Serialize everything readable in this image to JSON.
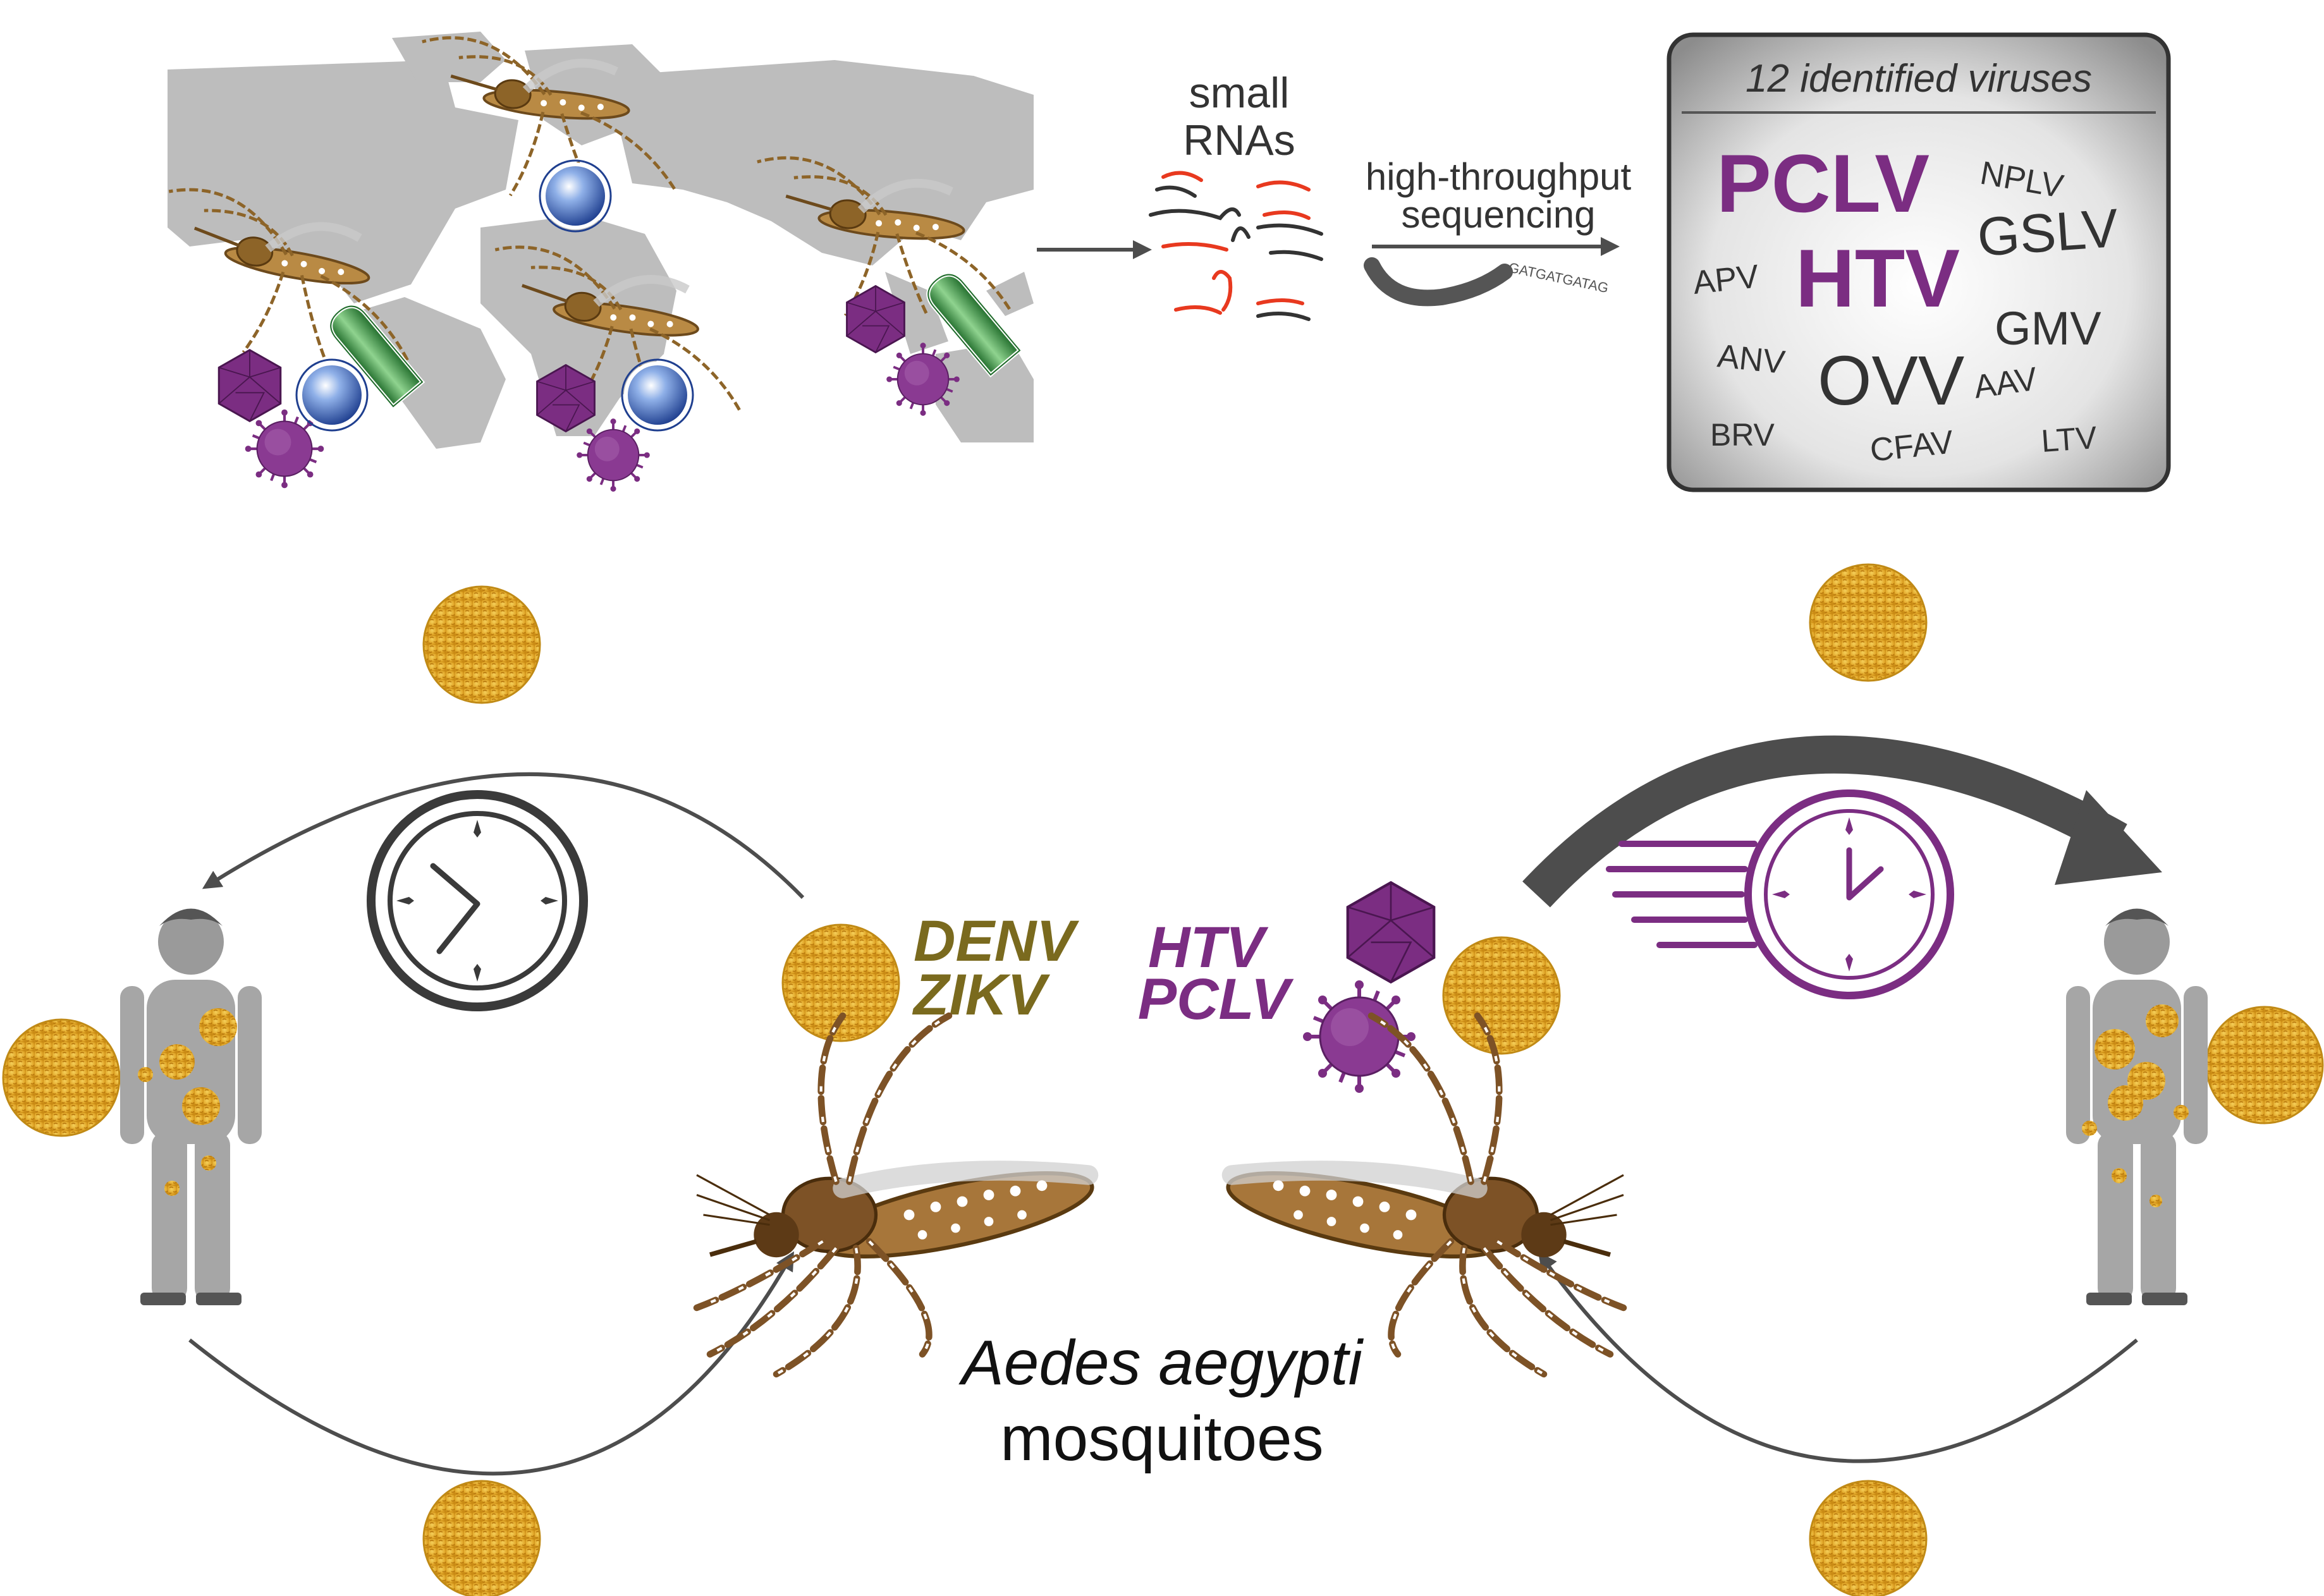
{
  "labels": {
    "small_rnas_line1": "small",
    "small_rnas_line2": "RNAs",
    "hts_line1": "high-throughput",
    "hts_line2": "sequencing",
    "seq_text": "GATGATGATAG",
    "denv": "DENV",
    "zikv": "ZIKV",
    "htv": "HTV",
    "pclv": "PCLV",
    "species_line1": "Aedes aegypti",
    "species_line2": "mosquitoes"
  },
  "virus_panel": {
    "title": "12 identified viruses",
    "viruses": [
      {
        "name": "PCLV",
        "size": "xl",
        "color": "#7b2d82"
      },
      {
        "name": "NPLV",
        "size": "s",
        "color": "#333333"
      },
      {
        "name": "GSLV",
        "size": "l",
        "color": "#333333"
      },
      {
        "name": "APV",
        "size": "s",
        "color": "#333333"
      },
      {
        "name": "HTV",
        "size": "xl",
        "color": "#7b2d82"
      },
      {
        "name": "GMV",
        "size": "m",
        "color": "#333333"
      },
      {
        "name": "ANV",
        "size": "s",
        "color": "#333333"
      },
      {
        "name": "OVV",
        "size": "l",
        "color": "#333333"
      },
      {
        "name": "AAV",
        "size": "s",
        "color": "#333333"
      },
      {
        "name": "BRV",
        "size": "s",
        "color": "#333333"
      },
      {
        "name": "CFAV",
        "size": "s",
        "color": "#333333"
      },
      {
        "name": "LTV",
        "size": "s",
        "color": "#333333"
      }
    ]
  },
  "colors": {
    "purple": "#7b2d82",
    "olive": "#7a6a1e",
    "arbovirus_gold": "#e6b030",
    "map_grey": "#bdbdbd",
    "arrow_grey": "#4d4d4d",
    "rna_red": "#e8391f",
    "rna_dark": "#333333"
  },
  "icons": [
    "world-map",
    "mosquito-icon",
    "clock-icon",
    "fast-clock-icon",
    "human-icon",
    "arbovirus-icon",
    "icosahedral-virus-icon",
    "enveloped-virus-icon",
    "sphere-virus-icon",
    "capsule-virus-icon"
  ]
}
